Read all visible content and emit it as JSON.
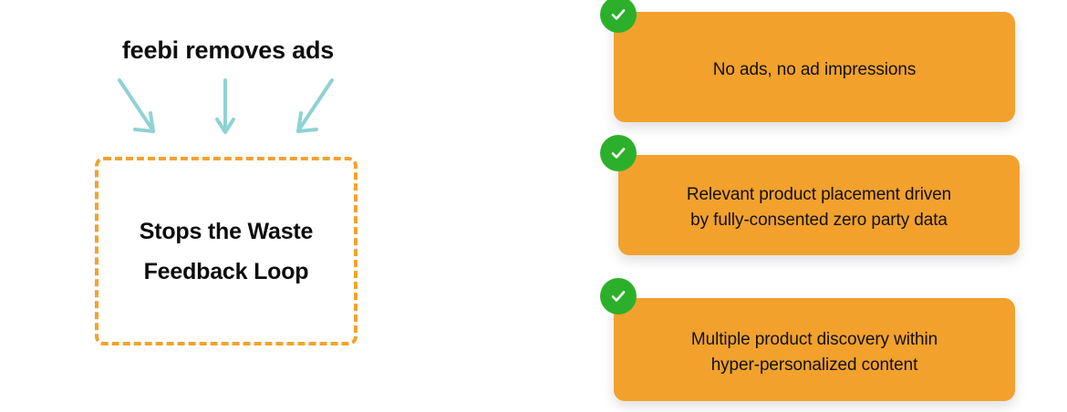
{
  "colors": {
    "card_orange": "#F2A12C",
    "dashed_border_orange": "#F2A32E",
    "badge_green": "#2CB02C",
    "arrow_teal": "#8FD2D4",
    "text_black": "#0d0d0d",
    "background": "#ffffff"
  },
  "left": {
    "heading": "feebi removes ads",
    "box_label": "Stops the Waste\nFeedback Loop",
    "arrows": [
      {
        "name": "arrow-down-right",
        "direction": "down-right"
      },
      {
        "name": "arrow-down",
        "direction": "down"
      },
      {
        "name": "arrow-down-left",
        "direction": "down-left"
      }
    ]
  },
  "right": {
    "benefits": [
      {
        "badge_icon": "check-icon",
        "text": "No ads, no ad impressions"
      },
      {
        "badge_icon": "check-icon",
        "text": "Relevant product placement driven\nby fully-consented zero party data"
      },
      {
        "badge_icon": "check-icon",
        "text": "Multiple product discovery within\nhyper-personalized content"
      }
    ]
  }
}
